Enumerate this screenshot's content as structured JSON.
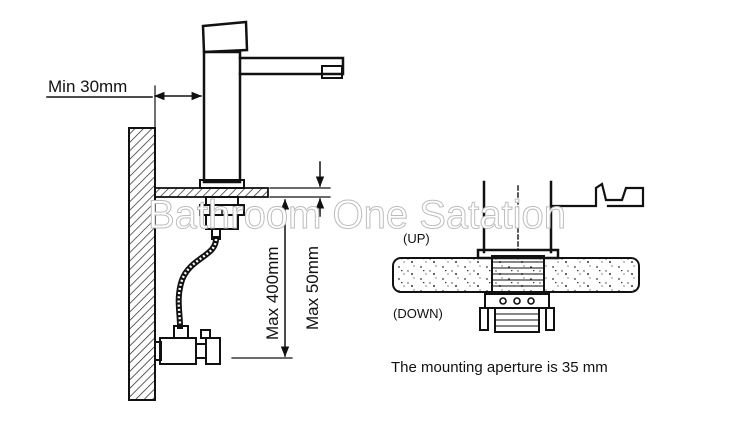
{
  "labels": {
    "min_clearance": "Min 30mm",
    "max_hose": "Max 400mm",
    "max_thickness": "Max 50mm",
    "up": "(UP)",
    "down": "(DOWN)",
    "aperture_note": "The mounting aperture is 35 mm"
  },
  "watermark": "Bathroom One Satation"
}
